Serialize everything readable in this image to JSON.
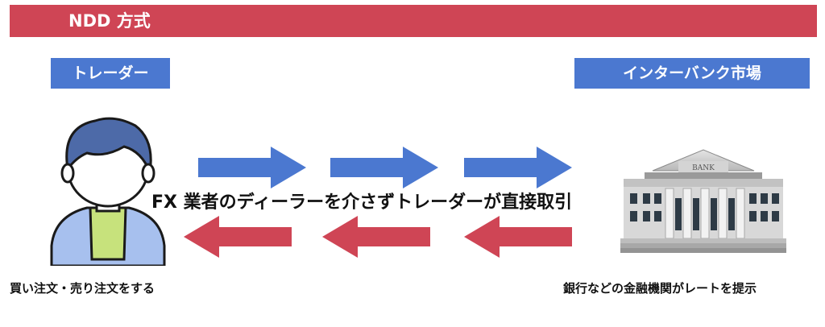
{
  "title": "NDD 方式",
  "trader_label": "トレーダー",
  "bank_label": "インターバンク市場",
  "middle_text": "FX 業者のディーラーを介さずトレーダーが直接取引",
  "trader_caption": "買い注文・売り注文をする",
  "bank_caption": "銀行などの金融機関がレートを提示",
  "bank_sign": "BANK",
  "colors": {
    "title_bg": "#cf4555",
    "label_bg": "#4b78d0",
    "arrow_right": "#4b78d0",
    "arrow_left": "#cf4555"
  }
}
